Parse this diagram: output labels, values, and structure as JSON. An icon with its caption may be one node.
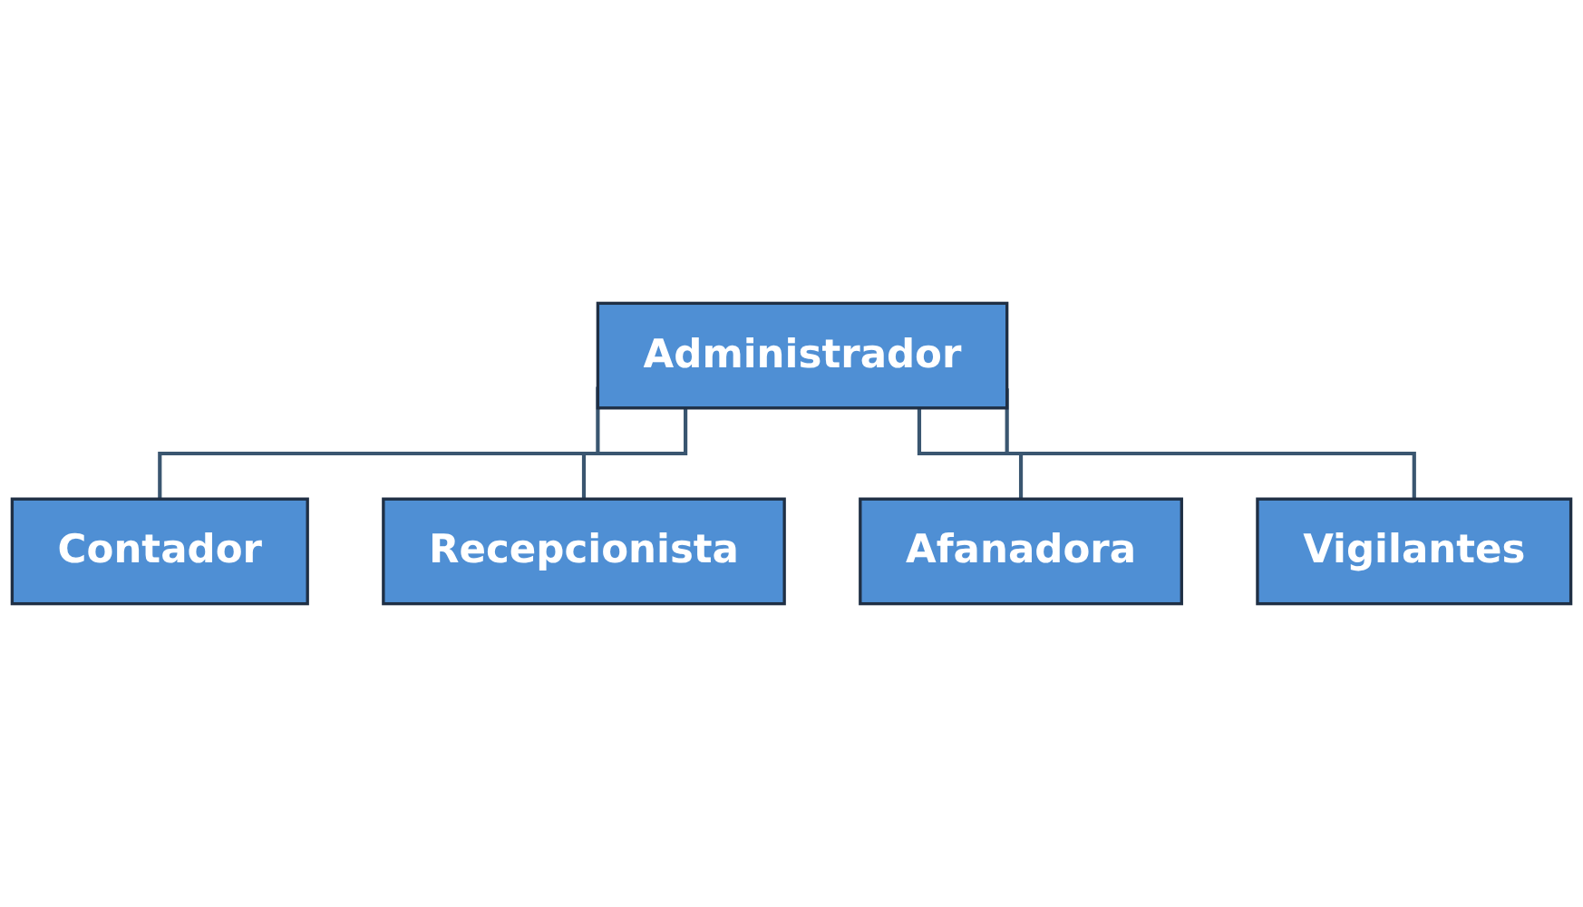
{
  "diagram": {
    "nodes": [
      {
        "text": [
          "Administrador"
        ]
      },
      {
        "text": [
          "Contador"
        ]
      },
      {
        "text": [
          "Recepcionista"
        ]
      },
      {
        "text": [
          "Afanadora"
        ]
      },
      {
        "text": [
          "Vigilantes"
        ]
      }
    ],
    "edges": [
      {
        "from": 0,
        "to": 1,
        "arrow": "none"
      },
      {
        "from": 0,
        "to": 2,
        "arrow": "none"
      },
      {
        "from": 0,
        "to": 3,
        "arrow": "none"
      },
      {
        "from": 0,
        "to": 4,
        "arrow": "none"
      }
    ]
  }
}
